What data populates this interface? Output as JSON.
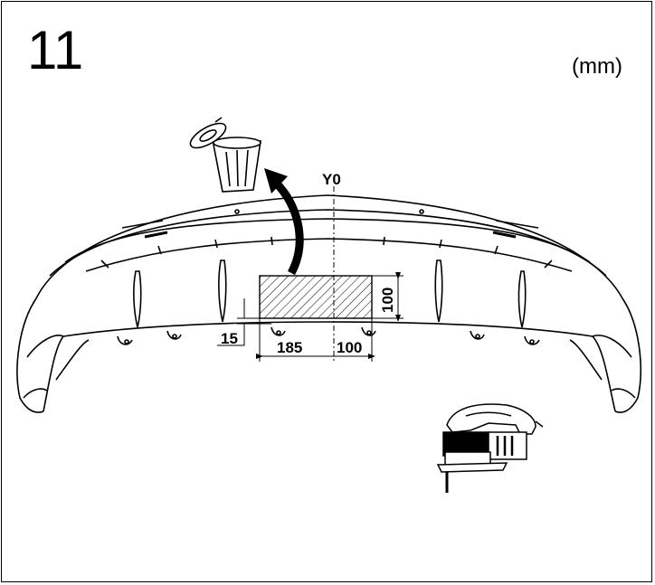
{
  "step_number": "11",
  "unit_label": "(mm)",
  "axis_label": "Y0",
  "dimensions": {
    "offset_left": "185",
    "offset_right": "100",
    "cutout_height": "100",
    "bottom_gap": "15"
  }
}
